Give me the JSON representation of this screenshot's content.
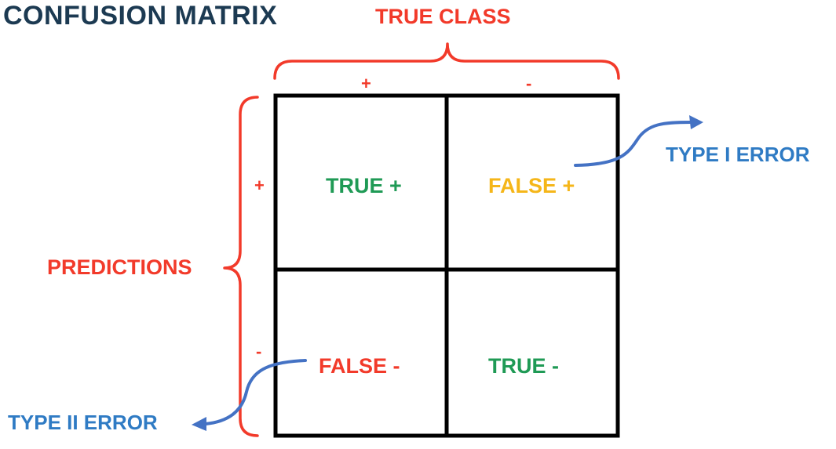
{
  "title": "CONFUSION MATRIX",
  "axes": {
    "true_class_label": "TRUE CLASS",
    "predictions_label": "PREDICTIONS",
    "column_labels": [
      "+",
      "-"
    ],
    "row_labels": [
      "+",
      "-"
    ]
  },
  "cells": {
    "true_positive": "TRUE +",
    "false_positive": "FALSE +",
    "false_negative": "FALSE -",
    "true_negative": "TRUE -"
  },
  "annotations": {
    "type_1": "TYPE I ERROR",
    "type_2": "TYPE II ERROR"
  },
  "colors": {
    "title": "#1c3a52",
    "axis_label": "#f23a2a",
    "true_cells": "#1f9a55",
    "false_positive": "#f5b619",
    "false_negative": "#f23a2a",
    "annotation": "#2f7bc4",
    "grid": "#000000"
  }
}
